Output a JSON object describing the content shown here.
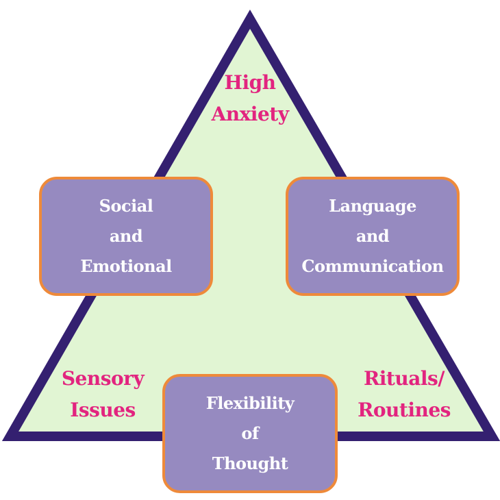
{
  "colors": {
    "triangle_fill": "#e1f5d3",
    "triangle_stroke": "#342070",
    "box_fill": "#968ac0",
    "box_border": "#ee8a3a",
    "label_pink": "#e2247f",
    "box_text": "#ffffff"
  },
  "apex_label": [
    "High",
    "Anxiety"
  ],
  "corner_labels": {
    "left": [
      "Sensory",
      "Issues"
    ],
    "right": [
      "Rituals/",
      "Routines"
    ]
  },
  "boxes": {
    "social": [
      "Social",
      "and",
      "Emotional"
    ],
    "language": [
      "Language",
      "and",
      "Communication"
    ],
    "flexibility": [
      "Flexibility",
      "of",
      "Thought"
    ]
  }
}
